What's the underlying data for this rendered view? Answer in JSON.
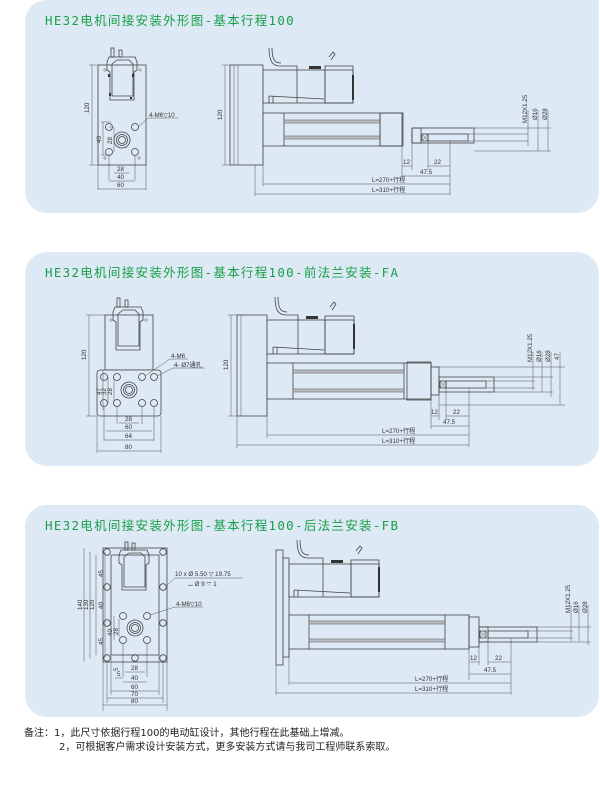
{
  "panels": [
    {
      "title": "HE32电机间接安装外形图-基本行程100",
      "front_view": {
        "height_dims": [
          "120",
          "40",
          "28"
        ],
        "width_dims": [
          "28",
          "40",
          "60"
        ],
        "callouts": [
          "4-M6▽10"
        ]
      },
      "side_view": {
        "height_dim": "120",
        "rod_dims": [
          "M12X1.25",
          "Ø16",
          "Ø28"
        ],
        "offset_dims": [
          "12",
          "22",
          "47.5"
        ],
        "length_dims": [
          "L=270+行程",
          "L=310+行程"
        ]
      }
    },
    {
      "title": "HE32电机间接安装外形图-基本行程100-前法兰安装-FA",
      "front_view": {
        "height_dims": [
          "120",
          "47",
          "32",
          "28"
        ],
        "width_dims": [
          "28",
          "60",
          "64",
          "80"
        ],
        "callouts": [
          "4-M6",
          "4- Ø7通孔"
        ]
      },
      "side_view": {
        "height_dim": "120",
        "rod_dims": [
          "M12X1.25",
          "Ø16",
          "Ø28",
          "47"
        ],
        "offset_dims": [
          "12",
          "22",
          "47.5"
        ],
        "length_dims": [
          "L=270+行程",
          "L=310+行程"
        ]
      }
    },
    {
      "title": "HE32电机间接安装外形图-基本行程100-后法兰安装-FB",
      "front_view": {
        "height_dims": [
          "140",
          "130",
          "120",
          "45",
          "40",
          "45",
          "40",
          "28",
          "5"
        ],
        "width_dims": [
          "5",
          "28",
          "40",
          "60",
          "70",
          "80"
        ],
        "callouts": [
          "10 x  Ø 5.50  ▽ 19.75",
          "⌴ Ø 9  ▽ 1",
          "4-M6▽10"
        ]
      },
      "side_view": {
        "rod_dims": [
          "M12X1.25",
          "Ø16",
          "Ø28"
        ],
        "offset_dims": [
          "12",
          "22",
          "47.5"
        ],
        "length_dims": [
          "L=270+行程",
          "L=310+行程"
        ]
      }
    }
  ],
  "notes": {
    "label": "备注：",
    "items": [
      "1，此尺寸依据行程100的电动缸设计，其他行程在此基础上增减。",
      "2，可根据客户需求设计安装方式，更多安装方式请与我司工程师联系索取。"
    ]
  },
  "colors": {
    "panel_bg": "#dde9f4",
    "title_green": "#1aa04a",
    "line": "#444444"
  }
}
